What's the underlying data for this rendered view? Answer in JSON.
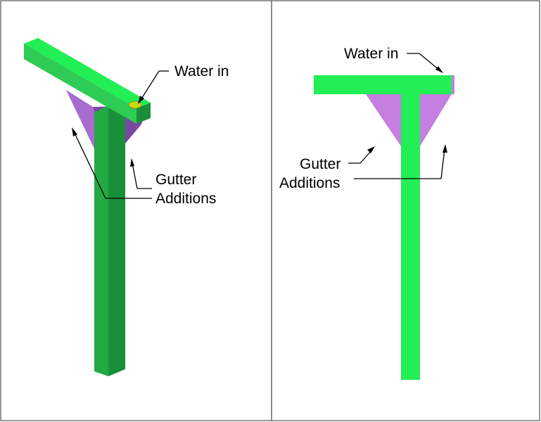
{
  "left_view": {
    "water_label": "Water in",
    "gutter_label_line1": "Gutter",
    "gutter_label_line2": "Additions"
  },
  "right_view": {
    "water_label": "Water in",
    "gutter_label_line1": "Gutter",
    "gutter_label_line2": "Additions"
  },
  "colors": {
    "post_top": "#22ee55",
    "post_light": "#2ecc55",
    "post_mid": "#22aa44",
    "post_dark": "#1a8f3a",
    "gutter_light": "#c47fe0",
    "gutter_mid": "#9a5fc0",
    "gutter_dark": "#7a48a0",
    "inlet": "#c8d810",
    "frame": "#555555"
  }
}
